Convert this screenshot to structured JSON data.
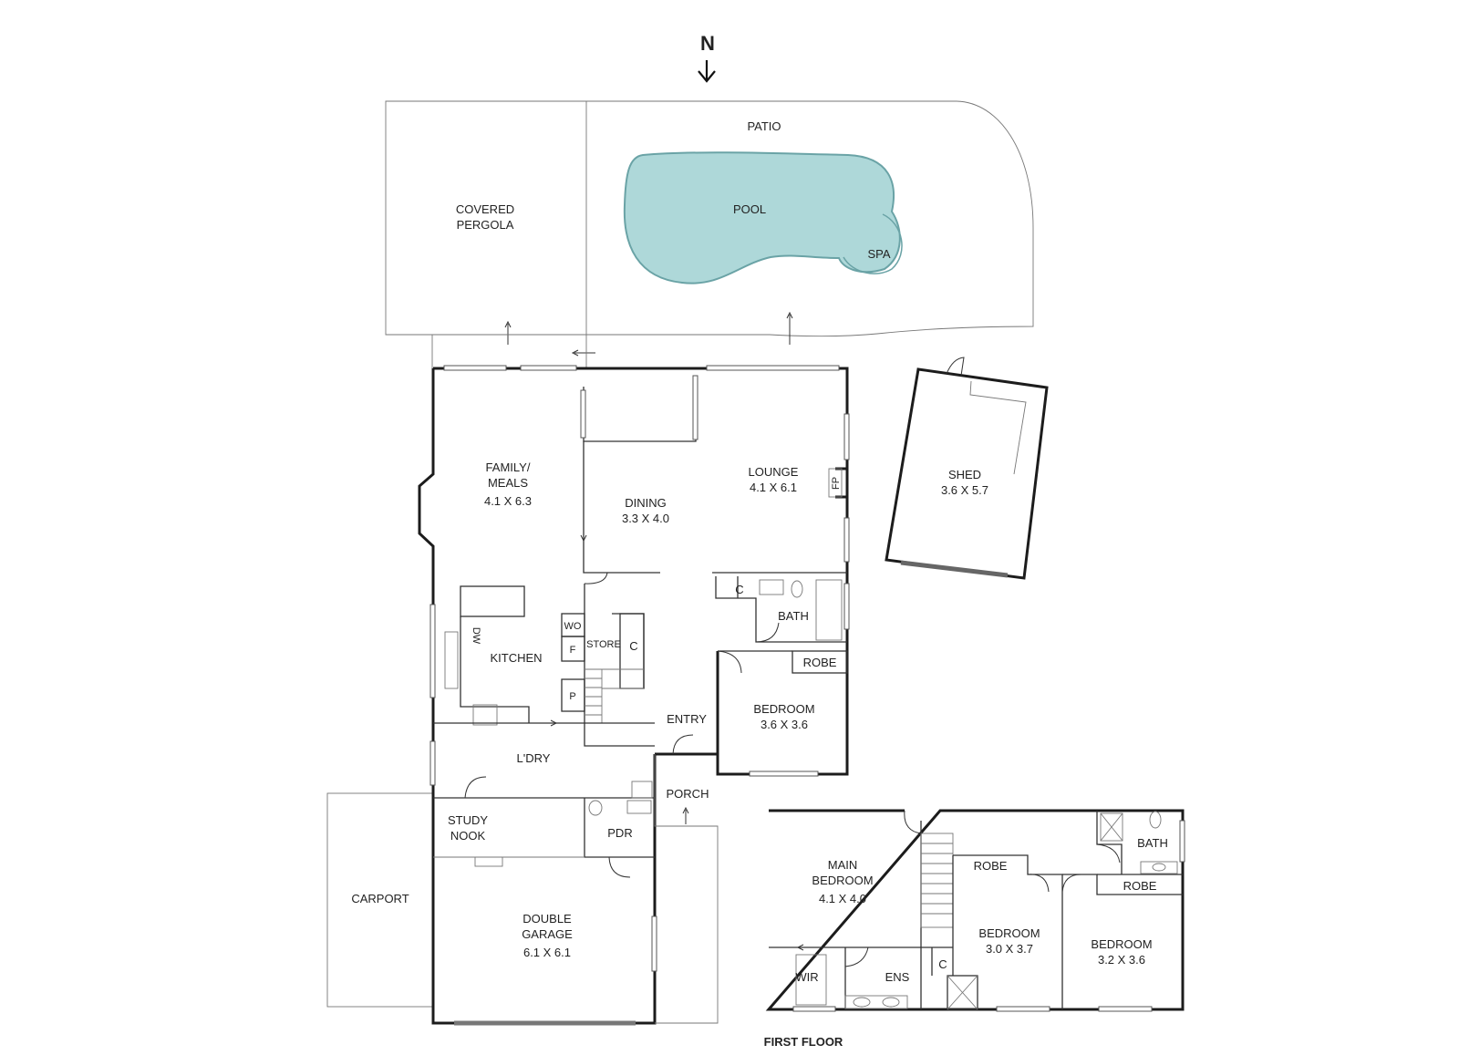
{
  "compass": {
    "label": "N"
  },
  "outdoor": {
    "patio": "PATIO",
    "pool": "POOL",
    "spa": "SPA",
    "pergola_line1": "COVERED",
    "pergola_line2": "PERGOLA",
    "carport": "CARPORT",
    "shed": "SHED",
    "shed_dim": "3.6 X 5.7"
  },
  "ground_floor": {
    "family_line1": "FAMILY/",
    "family_line2": "MEALS",
    "family_dim": "4.1 X 6.3",
    "dining": "DINING",
    "dining_dim": "3.3 X 4.0",
    "lounge": "LOUNGE",
    "lounge_dim": "4.1 X 6.1",
    "fp": "FP",
    "kitchen": "KITCHEN",
    "dw": "DW",
    "wo": "WO",
    "f": "F",
    "p": "P",
    "store": "STORE",
    "c1": "C",
    "c2": "C",
    "bath": "BATH",
    "robe": "ROBE",
    "bedroom": "BEDROOM",
    "bedroom_dim": "3.6 X 3.6",
    "entry": "ENTRY",
    "laundry": "L'DRY",
    "porch": "PORCH",
    "study_line1": "STUDY",
    "study_line2": "NOOK",
    "pdr": "PDR",
    "garage_line1": "DOUBLE",
    "garage_line2": "GARAGE",
    "garage_dim": "6.1 X 6.1"
  },
  "first_floor": {
    "title": "FIRST FLOOR",
    "main_line1": "MAIN",
    "main_line2": "BEDROOM",
    "main_dim": "4.1 X 4.0",
    "wir": "WIR",
    "ens": "ENS",
    "c": "C",
    "robe1": "ROBE",
    "robe2": "ROBE",
    "bath": "BATH",
    "bed2": "BEDROOM",
    "bed2_dim": "3.0 X 3.7",
    "bed3": "BEDROOM",
    "bed3_dim": "3.2 X 3.6"
  },
  "colors": {
    "pool_fill": "#aed8d9",
    "pool_edge": "#6aa3a6",
    "wall": "#1c1c1c"
  }
}
